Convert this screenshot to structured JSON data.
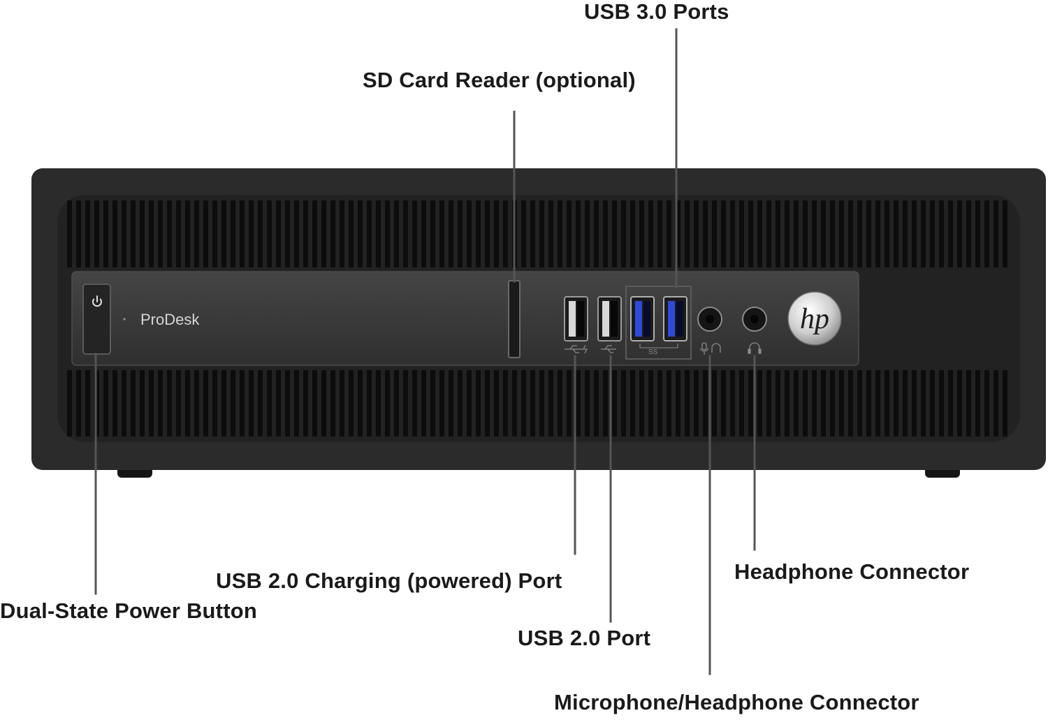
{
  "device": {
    "model_label": "ProDesk",
    "logo_text": "hp",
    "usb3_port_marking": "SS",
    "colors": {
      "chassis": "#2b2b2b",
      "front_panel": "#3a3a3a",
      "usb3_accent": "#2f49d8",
      "leader_line": "#555555",
      "label_text": "#1a1a1a"
    }
  },
  "callouts": [
    {
      "id": "usb3",
      "text": "USB 3.0 Ports"
    },
    {
      "id": "sd",
      "text": "SD Card Reader (optional)"
    },
    {
      "id": "usb2-charging",
      "text": "USB 2.0 Charging (powered) Port"
    },
    {
      "id": "power",
      "text": "Dual-State Power Button"
    },
    {
      "id": "usb2",
      "text": "USB 2.0 Port"
    },
    {
      "id": "headphone",
      "text": "Headphone Connector"
    },
    {
      "id": "mic-headphone",
      "text": "Microphone/Headphone Connector"
    }
  ],
  "icons": [
    "power-icon",
    "usb-icon",
    "microphone-icon",
    "headphone-icon",
    "hp-logo"
  ]
}
